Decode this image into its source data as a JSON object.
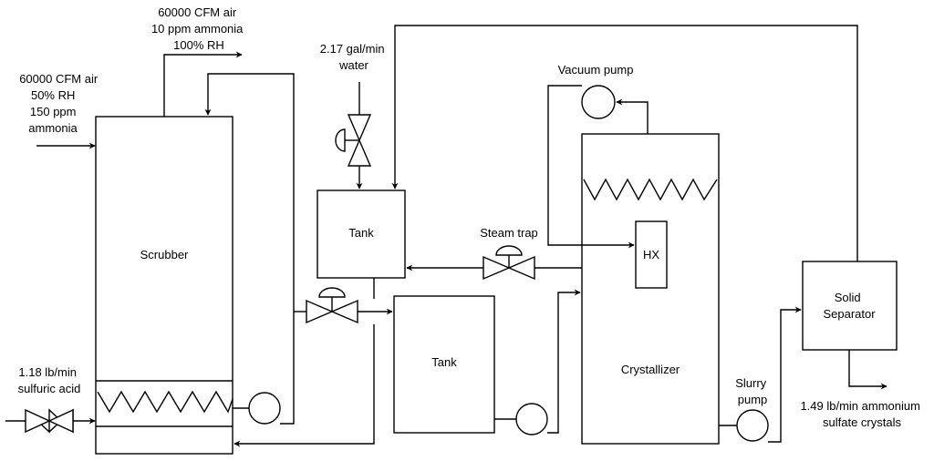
{
  "units": {
    "scrubber": "Scrubber",
    "tank_upper": "Tank",
    "tank_lower": "Tank",
    "crystallizer": "Crystallizer",
    "hx": "HX",
    "solid_separator": [
      "Solid",
      "Separator"
    ]
  },
  "labels": {
    "air_in": [
      "60000 CFM air",
      "50% RH",
      "150 ppm",
      "ammonia"
    ],
    "air_out": [
      "60000 CFM air",
      "10 ppm ammonia",
      "100% RH"
    ],
    "water_in": [
      "2.17 gal/min",
      "water"
    ],
    "acid_in": [
      "1.18 lb/min",
      "sulfuric acid"
    ],
    "vacuum_pump": "Vacuum pump",
    "steam_trap": "Steam trap",
    "slurry_pump": [
      "Slurry",
      "pump"
    ],
    "product": [
      "1.49 lb/min ammonium",
      "sulfate crystals"
    ]
  }
}
